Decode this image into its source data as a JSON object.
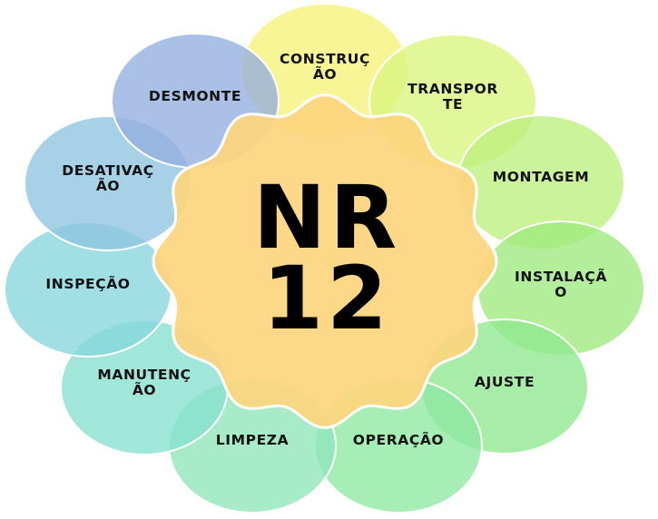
{
  "center": {
    "line1": "NR",
    "line2": "12",
    "color": "#FDD57E"
  },
  "stages": [
    {
      "lines": [
        "CONSTRUÇ",
        "ÃO"
      ],
      "color": "#F6F27A"
    },
    {
      "lines": [
        "TRANSPOR",
        "TE"
      ],
      "color": "#D9F57D"
    },
    {
      "lines": [
        "MONTAGEM"
      ],
      "color": "#BDF07D"
    },
    {
      "lines": [
        "INSTALAÇÃ",
        "O"
      ],
      "color": "#9DEA7E"
    },
    {
      "lines": [
        "AJUSTE"
      ],
      "color": "#8FE88E"
    },
    {
      "lines": [
        "OPERAÇÃO"
      ],
      "color": "#8DE8A2"
    },
    {
      "lines": [
        "LIMPEZA"
      ],
      "color": "#8EE6B8"
    },
    {
      "lines": [
        "MANUTENÇ",
        "ÃO"
      ],
      "color": "#86E0CE"
    },
    {
      "lines": [
        "INSPEÇÃO"
      ],
      "color": "#86D6DC"
    },
    {
      "lines": [
        "DESATIVAÇ",
        "ÃO"
      ],
      "color": "#8EC4DF"
    },
    {
      "lines": [
        "DESMONTE"
      ],
      "color": "#93AEDF"
    }
  ]
}
